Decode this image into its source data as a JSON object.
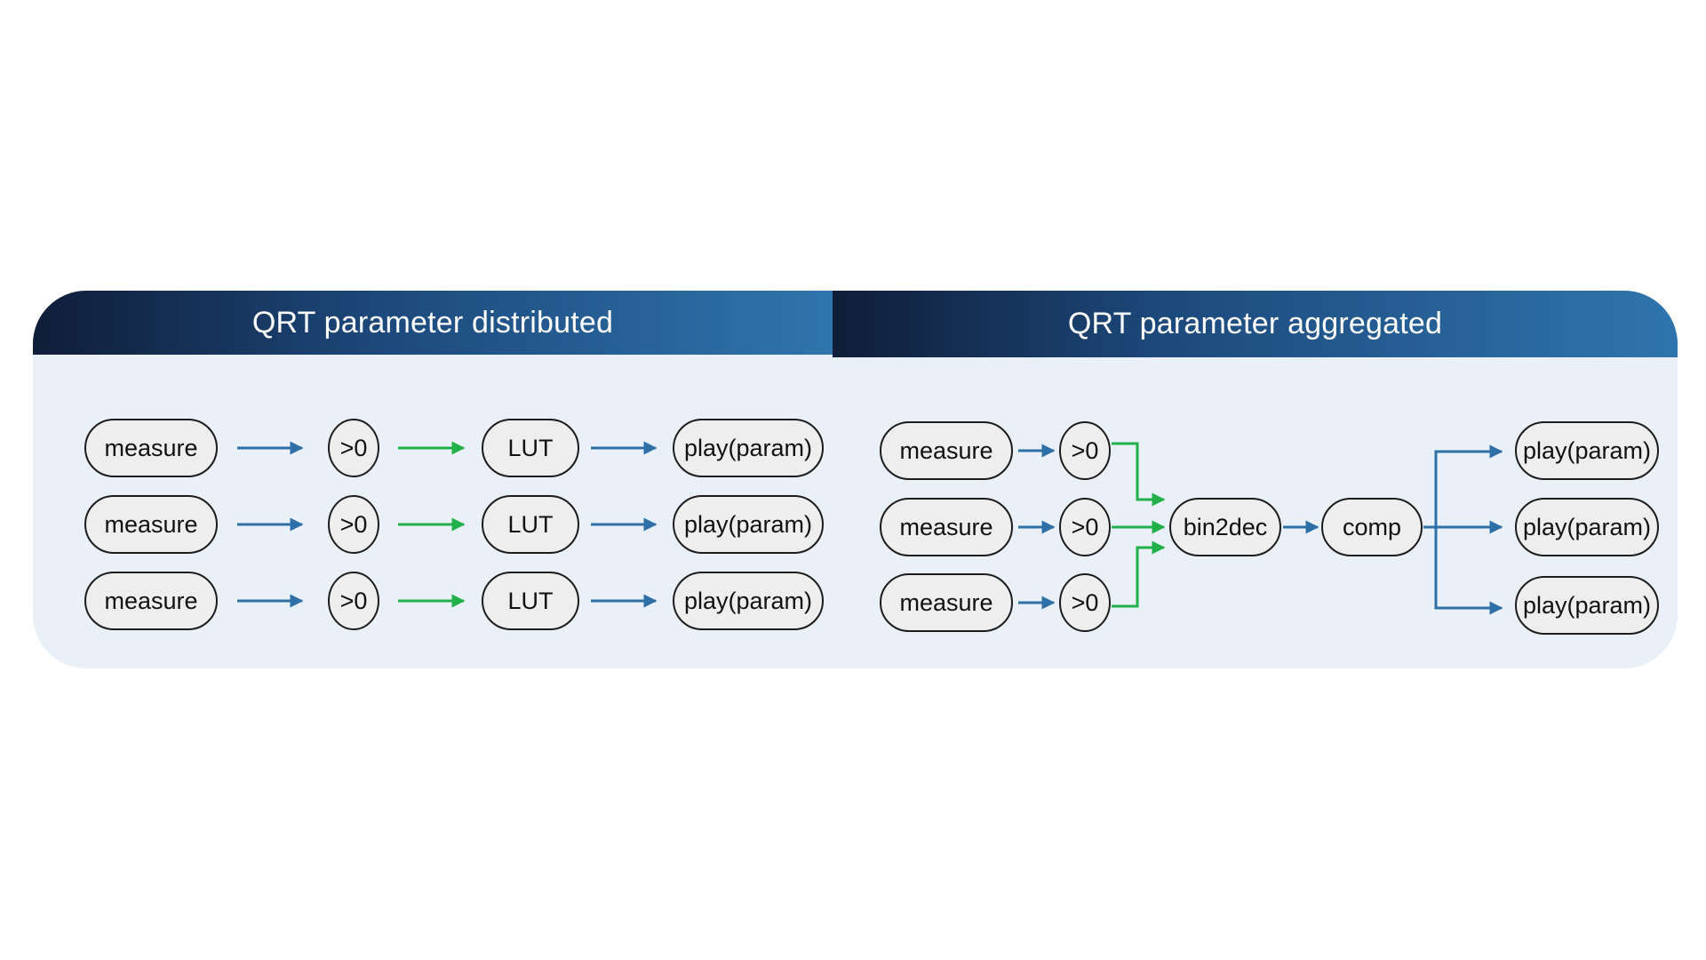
{
  "panels": {
    "left": {
      "title": "QRT parameter distributed",
      "rows": [
        [
          "measure",
          ">0",
          "LUT",
          "play(param)"
        ],
        [
          "measure",
          ">0",
          "LUT",
          "play(param)"
        ],
        [
          "measure",
          ">0",
          "LUT",
          "play(param)"
        ]
      ]
    },
    "right": {
      "title": "QRT parameter aggregated",
      "inputs": [
        [
          "measure",
          ">0"
        ],
        [
          "measure",
          ">0"
        ],
        [
          "measure",
          ">0"
        ]
      ],
      "bin2dec": "bin2dec",
      "comp": "comp",
      "outputs": [
        "play(param)",
        "play(param)",
        "play(param)"
      ]
    }
  },
  "colors": {
    "blue_arrow": "#2f6fa8",
    "green_arrow": "#22b04a",
    "panel_bg": "#eaf0f8",
    "header_dark": "#0f1d38",
    "header_light": "#2f75ad"
  }
}
